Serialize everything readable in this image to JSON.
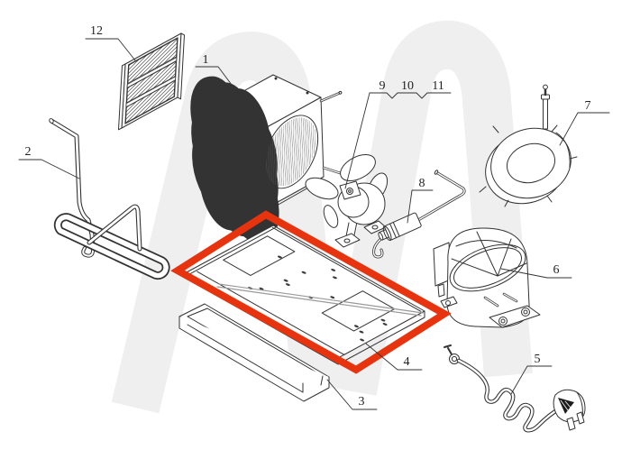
{
  "diagram": {
    "callouts": [
      {
        "part": "1"
      },
      {
        "part": "2"
      },
      {
        "part": "3"
      },
      {
        "part": "4"
      },
      {
        "part": "5"
      },
      {
        "part": "6"
      },
      {
        "part": "7"
      },
      {
        "part": "8"
      },
      {
        "part": "9"
      },
      {
        "part": "10"
      },
      {
        "part": "11"
      },
      {
        "part": "12"
      }
    ],
    "highlight": {
      "selected_callout": "4",
      "color": "#e7330e"
    },
    "colors": {
      "line": "#333333",
      "watermark": "#efefef",
      "edge_gray": "#999999",
      "fin": "#565656",
      "plug_face": "#1c1c1c",
      "background": "#ffffff"
    }
  }
}
